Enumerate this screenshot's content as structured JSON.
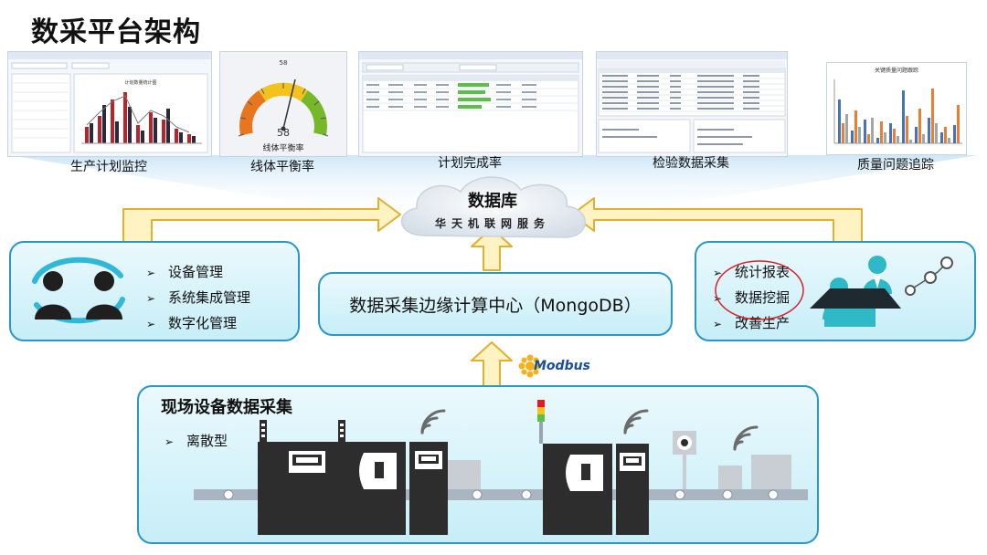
{
  "title": "数采平台架构",
  "thumbnails": [
    {
      "label": "生产计划监控",
      "chart_title": "计划数量统计图"
    },
    {
      "label": "线体平衡率",
      "gauge_value": "58",
      "gauge_top": "58",
      "gauge_caption": "线体平衡率"
    },
    {
      "label": "计划完成率"
    },
    {
      "label": "检验数据采集"
    },
    {
      "label": "质量问题追踪",
      "chart_title": "关键质量问题跟踪"
    }
  ],
  "cloud": {
    "title": "数据库",
    "subtitle": "华天机联网服务"
  },
  "left_box": {
    "items": [
      "设备管理",
      "系统集成管理",
      "数字化管理"
    ],
    "icon": "people-cycle-icon"
  },
  "center_box": {
    "label": "数据采集边缘计算中心（MongoDB）"
  },
  "right_box": {
    "items": [
      "统计报表",
      "数据挖掘",
      "改善生产"
    ],
    "icon": "meeting-analytics-icon"
  },
  "modbus": {
    "label": "Modbus",
    "icon": "modbus-logo-icon"
  },
  "field": {
    "title": "现场设备数据采集",
    "subtitle": "离散型",
    "icon": "production-line-icon"
  },
  "bullet_marker": "➢",
  "colors": {
    "box_border": "#2a97c9",
    "box_fill": "#d4f2fa",
    "arrow_fill": "#fff3c4",
    "arrow_stroke": "#e2b02c",
    "machine": "#2d2d2d"
  }
}
